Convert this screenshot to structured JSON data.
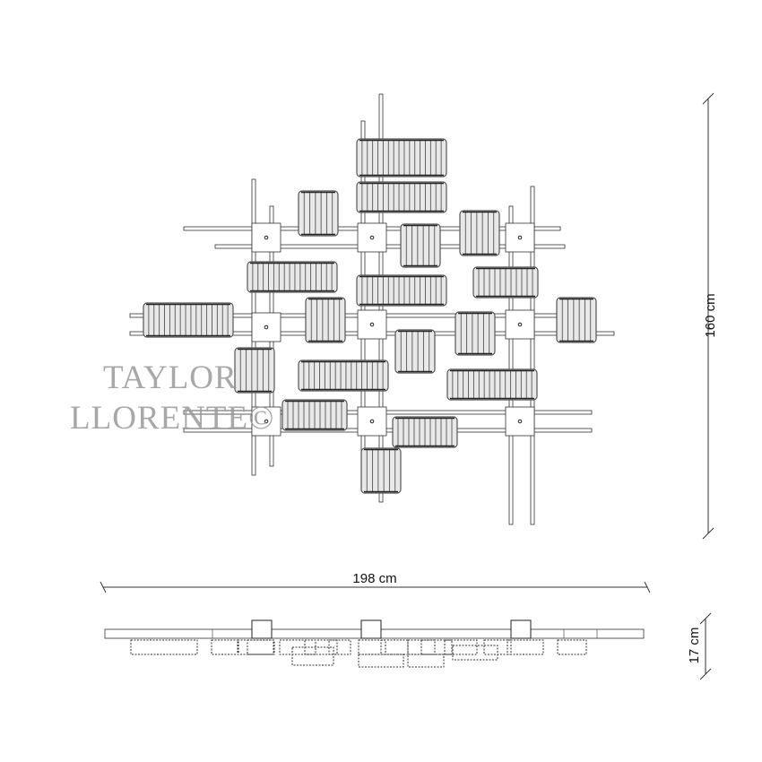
{
  "drawing": {
    "plan_view": "top",
    "height_label": "160 cm",
    "width_label": "198 cm",
    "depth_label": "17 cm"
  },
  "watermark": {
    "line1": "TAYLOR",
    "line2": "LLORENTE©"
  },
  "colors": {
    "line": "#333333",
    "crystal": "#555555",
    "watermark": "#9a9a9a"
  }
}
